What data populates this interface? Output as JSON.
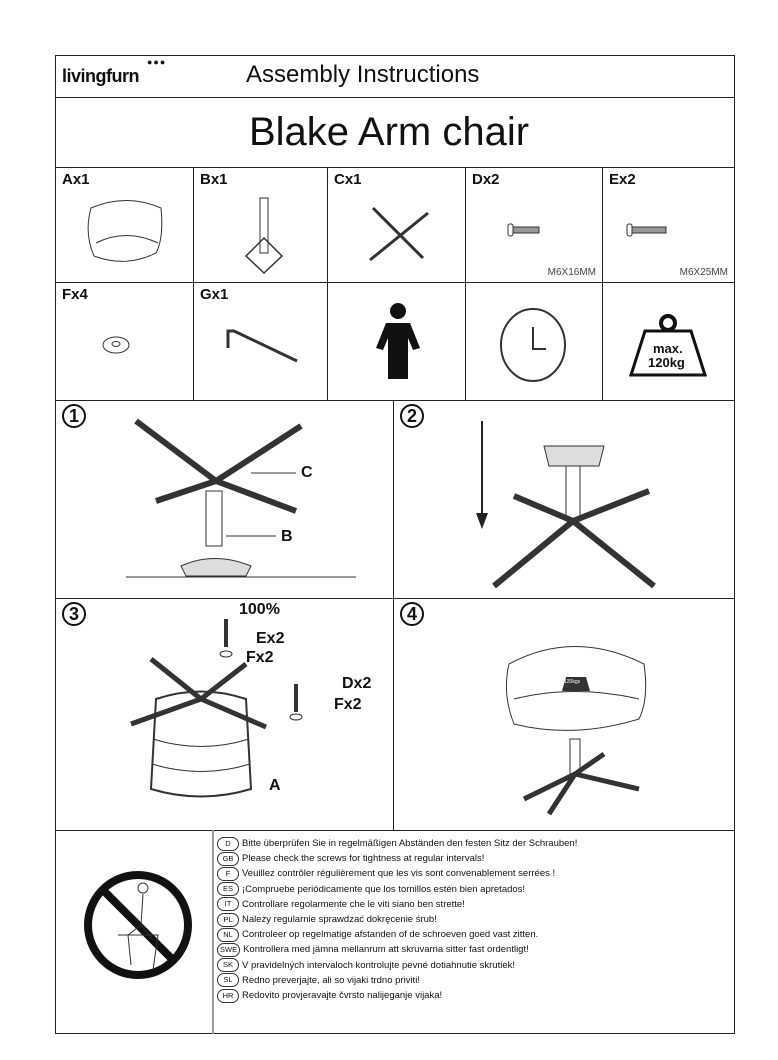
{
  "header": {
    "brand": "livingfurn",
    "title": "Assembly Instructions"
  },
  "product_title": "Blake Arm chair",
  "parts": [
    {
      "label": "Ax1",
      "name": "seat"
    },
    {
      "label": "Bx1",
      "name": "column"
    },
    {
      "label": "Cx1",
      "name": "base"
    },
    {
      "label": "Dx2",
      "name": "bolt",
      "size": "M6X16MM"
    },
    {
      "label": "Ex2",
      "name": "bolt",
      "size": "M6X25MM"
    },
    {
      "label": "Fx4",
      "name": "washer"
    },
    {
      "label": "Gx1",
      "name": "allen-key"
    }
  ],
  "info_icons": {
    "weight_line1": "max.",
    "weight_line2": "120kg"
  },
  "steps": [
    {
      "number": "1",
      "callouts": [
        "C",
        "B"
      ]
    },
    {
      "number": "2",
      "callouts": []
    },
    {
      "number": "3",
      "callouts": [
        "100%",
        "Ex2",
        "Fx2",
        "Dx2",
        "Fx2",
        "A"
      ]
    },
    {
      "number": "4",
      "callouts": [
        "120kgs"
      ]
    }
  ],
  "warnings": [
    {
      "code": "D",
      "text": "Bitte überprüfen Sie in regelmäßigen Abständen den festen Sitz der Schrauben!"
    },
    {
      "code": "GB",
      "text": "Please check the screws for tightness at regular intervals!"
    },
    {
      "code": "F",
      "text": "Veuillez contrôler régulièrement que les vis sont convenablement serrées !"
    },
    {
      "code": "ES",
      "text": "¡Compruebe periódicamente que los tornillos estén bien apretados!"
    },
    {
      "code": "IT",
      "text": "Controllare regolarmente che le viti siano ben strette!"
    },
    {
      "code": "PL",
      "text": "Należy regularnie sprawdzać dokręcenie śrub!"
    },
    {
      "code": "NL",
      "text": "Controleer op regelmatige afstanden of de schroeven goed vast zitten."
    },
    {
      "code": "SWE",
      "text": "Kontrollera med jämna mellanrum att skruvarna sitter fast ordentligt!"
    },
    {
      "code": "SK",
      "text": "V pravidelných intervaloch kontrolujte pevné dotiahnutie skrutiek!"
    },
    {
      "code": "SL",
      "text": "Redno preverjajte, ali so vijaki trdno priviti!"
    },
    {
      "code": "HR",
      "text": "Redovito provjeravajte čvrsto nalijeganje vijaka!"
    }
  ]
}
